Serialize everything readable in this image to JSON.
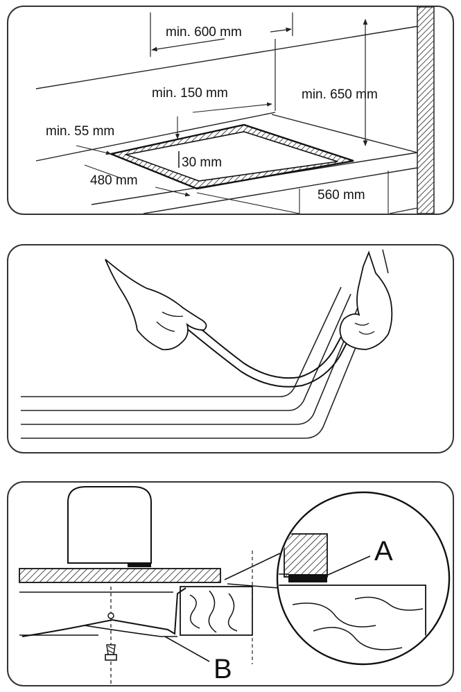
{
  "panel1": {
    "labels": {
      "min_600": "min. 600 mm",
      "min_150": "min. 150 mm",
      "min_650": "min. 650 mm",
      "min_55": "min. 55 mm",
      "d30": "30 mm",
      "d480": "480 mm",
      "d560": "560 mm"
    }
  },
  "panel3": {
    "labels": {
      "a": "A",
      "b": "B"
    }
  }
}
